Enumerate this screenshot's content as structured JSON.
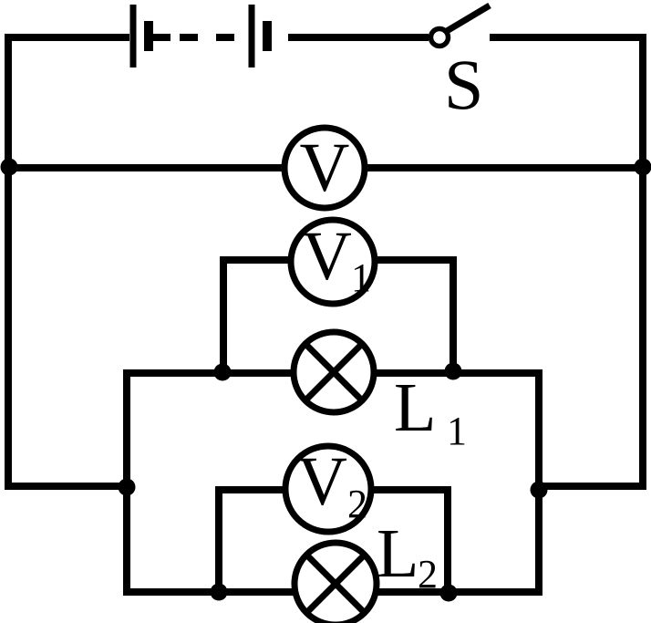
{
  "circuit": {
    "colors": {
      "line": "#000000",
      "background": "#ffffff"
    },
    "switch": {
      "label": "S"
    },
    "voltmeters": {
      "main": {
        "base": "V"
      },
      "v1": {
        "base": "V",
        "sub": "1"
      },
      "v2": {
        "base": "V",
        "sub": "2"
      }
    },
    "lamps": {
      "l1": {
        "base": "L",
        "sub": "1"
      },
      "l2": {
        "base": "L",
        "sub": "2"
      }
    }
  }
}
